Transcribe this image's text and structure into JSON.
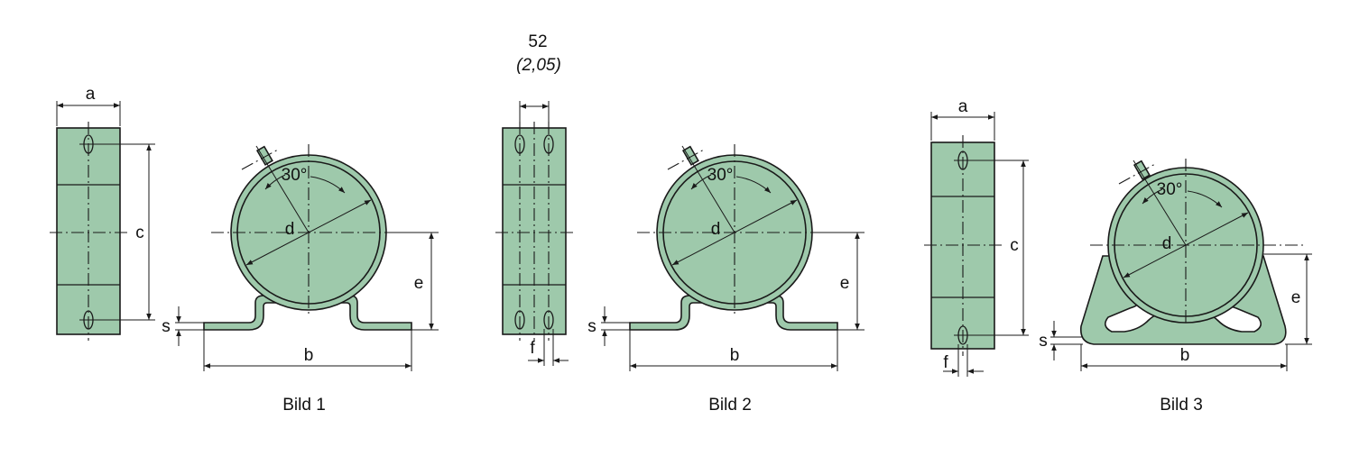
{
  "colors": {
    "fill": "#9ec9ab",
    "line": "#1a1a1a"
  },
  "top_note": {
    "value": "52",
    "inch": "(2,05)"
  },
  "figures": [
    {
      "caption": "Bild 1",
      "labels": {
        "a": "a",
        "c": "c",
        "d": "d",
        "e": "e",
        "s": "s",
        "b": "b",
        "angle": "30°"
      }
    },
    {
      "caption": "Bild 2",
      "labels": {
        "f": "f",
        "d": "d",
        "e": "e",
        "s": "s",
        "b": "b",
        "angle": "30°"
      }
    },
    {
      "caption": "Bild 3",
      "labels": {
        "a": "a",
        "c": "c",
        "f": "f",
        "d": "d",
        "e": "e",
        "s": "s",
        "b": "b",
        "angle": "30°"
      }
    }
  ]
}
